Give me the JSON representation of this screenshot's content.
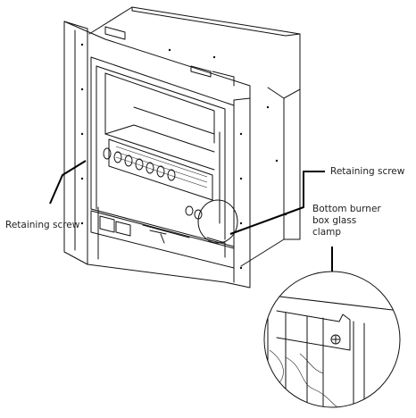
{
  "callouts": {
    "retaining_screw_right": "Retaining screw",
    "retaining_screw_left": "Retaining screw",
    "bottom_burner_clamp": [
      "Bottom burner",
      "box glass",
      "clamp"
    ]
  },
  "colors": {
    "line": "#111111",
    "background": "#ffffff"
  }
}
